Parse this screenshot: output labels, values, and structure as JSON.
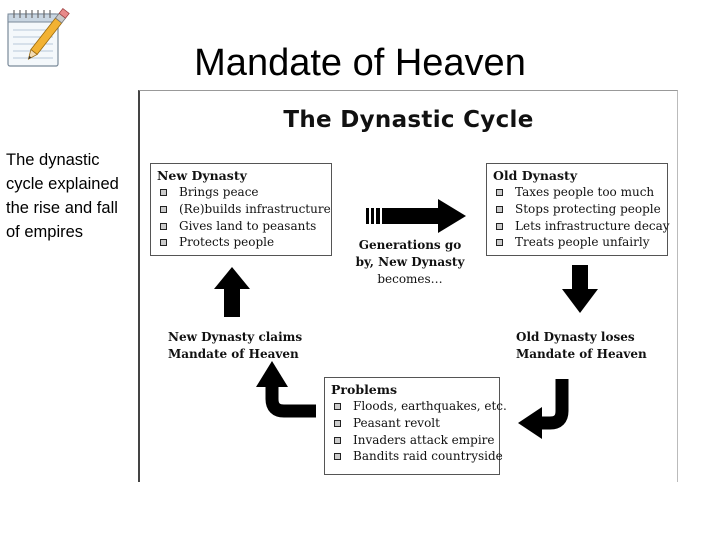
{
  "slide": {
    "title": "Mandate of Heaven",
    "side_text": "The dynastic cycle explained the rise and fall of empires"
  },
  "figure": {
    "title": "The Dynastic Cycle",
    "new_dynasty": {
      "heading": "New Dynasty",
      "items": [
        "Brings peace",
        "(Re)builds infrastructure",
        "Gives land to peasants",
        "Protects people"
      ]
    },
    "old_dynasty": {
      "heading": "Old Dynasty",
      "items": [
        "Taxes people too much",
        "Stops protecting people",
        "Lets infrastructure decay",
        "Treats people unfairly"
      ]
    },
    "problems": {
      "heading": "Problems",
      "items": [
        "Floods, earthquakes, etc.",
        "Peasant revolt",
        "Invaders attack empire",
        "Bandits raid countryside"
      ]
    },
    "center_label": {
      "line1": "Generations go",
      "line2": "by, New Dynasty",
      "line3": "becomes…"
    },
    "claims_label": {
      "line1": "New Dynasty claims",
      "line2": "Mandate of Heaven"
    },
    "loses_label": {
      "line1": "Old Dynasty loses",
      "line2": "Mandate of Heaven"
    }
  },
  "icons": {
    "notepad": "notepad-pencil-icon"
  }
}
